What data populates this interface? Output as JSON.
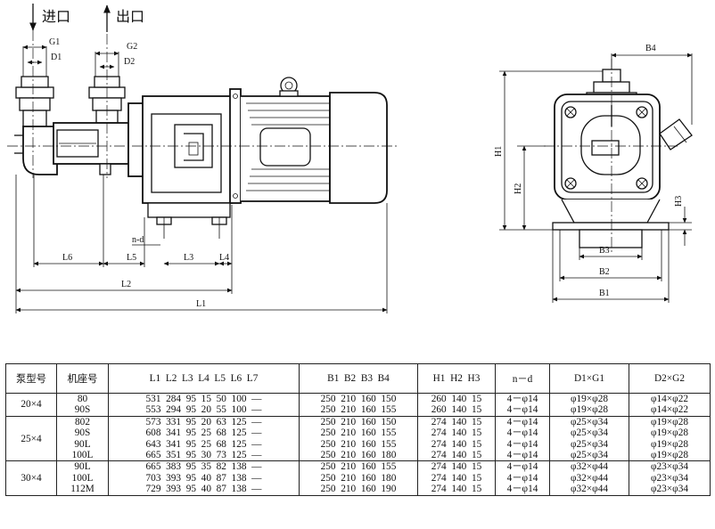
{
  "drawing": {
    "inlet_label": "进口",
    "outlet_label": "出口",
    "side_dims": [
      "G1",
      "D1",
      "G2",
      "D2",
      "n-d",
      "L6",
      "L5",
      "L3",
      "L4",
      "L2",
      "L1"
    ],
    "end_dims": [
      "B4",
      "H1",
      "H2",
      "H3",
      "B3",
      "B2",
      "B1"
    ]
  },
  "table": {
    "headers": [
      "泵型号",
      "机座号",
      "L1  L2  L3  L4  L5  L6  L7",
      "B1  B2  B3  B4",
      "H1  H2  H3",
      "n－d",
      "D1×G1",
      "D2×G2"
    ],
    "groups": [
      {
        "pump": "20×4",
        "rows": [
          {
            "frame": "80",
            "L": "531  284  95  15  50  100  —",
            "B": "250  210  160  150",
            "H": "260  140  15",
            "nd": "4－φ14",
            "d1g1": "φ19×φ28",
            "d2g2": "φ14×φ22"
          },
          {
            "frame": "90S",
            "L": "553  294  95  20  55  100  —",
            "B": "250  210  160  155",
            "H": "260  140  15",
            "nd": "4－φ14",
            "d1g1": "φ19×φ28",
            "d2g2": "φ14×φ22"
          }
        ]
      },
      {
        "pump": "25×4",
        "rows": [
          {
            "frame": "802",
            "L": "573  331  95  20  63  125  —",
            "B": "250  210  160  150",
            "H": "274  140  15",
            "nd": "4－φ14",
            "d1g1": "φ25×φ34",
            "d2g2": "φ19×φ28"
          },
          {
            "frame": "90S",
            "L": "608  341  95  25  68  125  —",
            "B": "250  210  160  155",
            "H": "274  140  15",
            "nd": "4－φ14",
            "d1g1": "φ25×φ34",
            "d2g2": "φ19×φ28"
          },
          {
            "frame": "90L",
            "L": "643  341  95  25  68  125  —",
            "B": "250  210  160  155",
            "H": "274  140  15",
            "nd": "4－φ14",
            "d1g1": "φ25×φ34",
            "d2g2": "φ19×φ28"
          },
          {
            "frame": "100L",
            "L": "665  351  95  30  73  125  —",
            "B": "250  210  160  180",
            "H": "274  140  15",
            "nd": "4－φ14",
            "d1g1": "φ25×φ34",
            "d2g2": "φ19×φ28"
          }
        ]
      },
      {
        "pump": "30×4",
        "rows": [
          {
            "frame": "90L",
            "L": "665  383  95  35  82  138  —",
            "B": "250  210  160  155",
            "H": "274  140  15",
            "nd": "4－φ14",
            "d1g1": "φ32×φ44",
            "d2g2": "φ23×φ34"
          },
          {
            "frame": "100L",
            "L": "703  393  95  40  87  138  —",
            "B": "250  210  160  180",
            "H": "274  140  15",
            "nd": "4－φ14",
            "d1g1": "φ32×φ44",
            "d2g2": "φ23×φ34"
          },
          {
            "frame": "112M",
            "L": "729  393  95  40  87  138  —",
            "B": "250  210  160  190",
            "H": "274  140  15",
            "nd": "4－φ14",
            "d1g1": "φ32×φ44",
            "d2g2": "φ23×φ34"
          }
        ]
      }
    ]
  }
}
